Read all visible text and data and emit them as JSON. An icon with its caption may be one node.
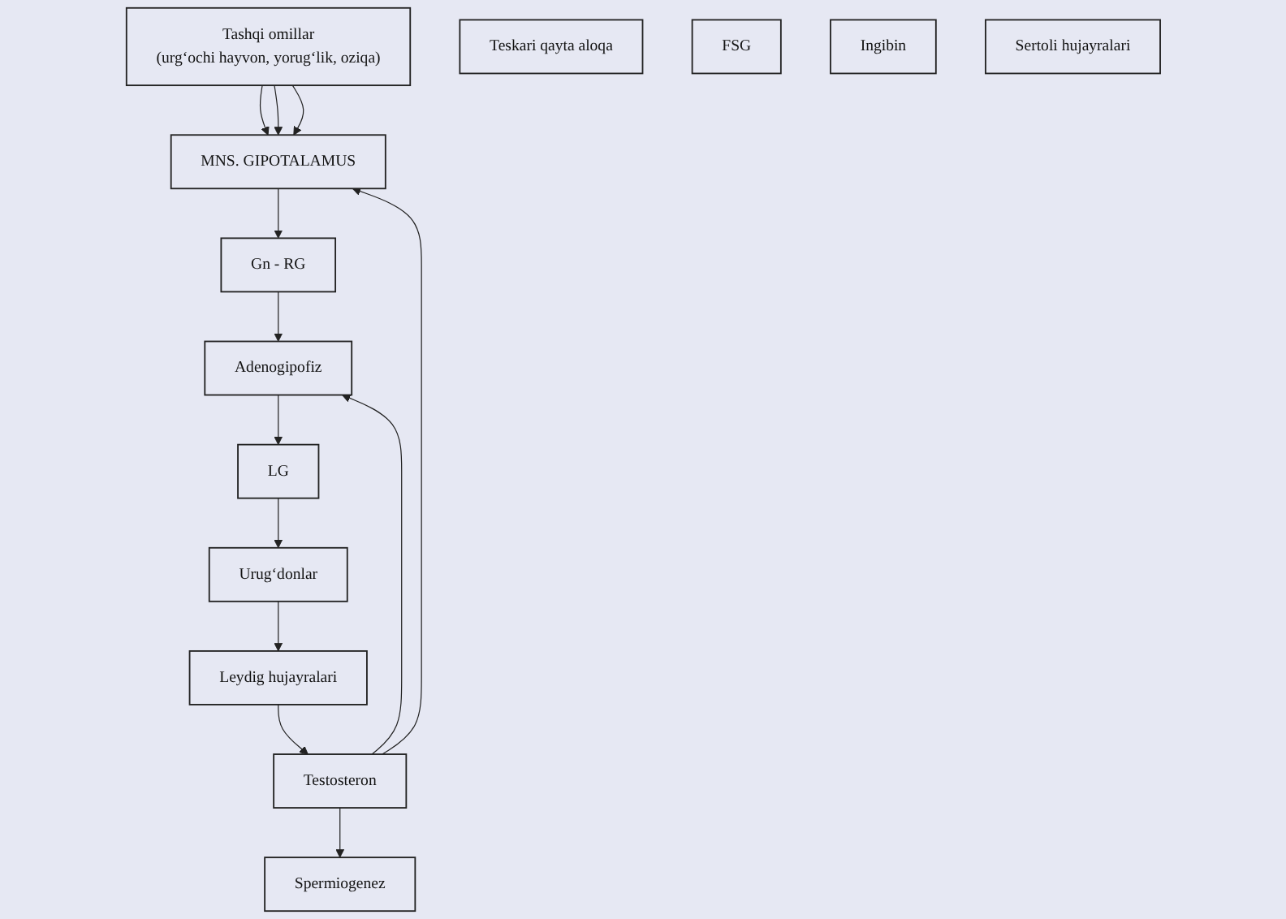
{
  "diagram": {
    "nodes": [
      {
        "text": [
          "Tashqi omillar",
          "(urg‘ochi hayvon, yorug‘lik, oziqa)"
        ]
      },
      {
        "text": [
          "MNS. GIPOTALAMUS"
        ]
      },
      {
        "text": [
          "Gn - RG"
        ]
      },
      {
        "text": [
          "Adenogipofiz"
        ]
      },
      {
        "text": [
          "Teskari qayta aloqa"
        ]
      },
      {
        "text": [
          "FSG"
        ]
      },
      {
        "text": [
          "LG"
        ]
      },
      {
        "text": [
          "Ingibin"
        ]
      },
      {
        "text": [
          "Sertoli hujayralari"
        ]
      },
      {
        "text": [
          "Urug‘donlar"
        ]
      },
      {
        "text": [
          "Leydig hujayralari"
        ]
      },
      {
        "text": [
          "Spermiogenez"
        ]
      },
      {
        "text": [
          "Testosteron"
        ]
      }
    ],
    "edges": [
      {
        "from": 0,
        "to": 1,
        "arrow": "to"
      },
      {
        "from": 0,
        "to": 1,
        "arrow": "to"
      },
      {
        "from": 0,
        "to": 1,
        "arrow": "to"
      },
      {
        "from": 1,
        "to": 2,
        "arrow": "to"
      },
      {
        "from": 2,
        "to": 3,
        "arrow": "to"
      },
      {
        "from": 3,
        "to": 6,
        "arrow": "to"
      },
      {
        "from": 6,
        "to": 9,
        "arrow": "to"
      },
      {
        "from": 9,
        "to": 10,
        "arrow": "to"
      },
      {
        "from": 10,
        "to": 12,
        "arrow": "to"
      },
      {
        "from": 12,
        "to": 11,
        "arrow": "to"
      },
      {
        "from": 12,
        "to": 1,
        "arrow": "to"
      },
      {
        "from": 12,
        "to": 3,
        "arrow": "to"
      }
    ]
  }
}
